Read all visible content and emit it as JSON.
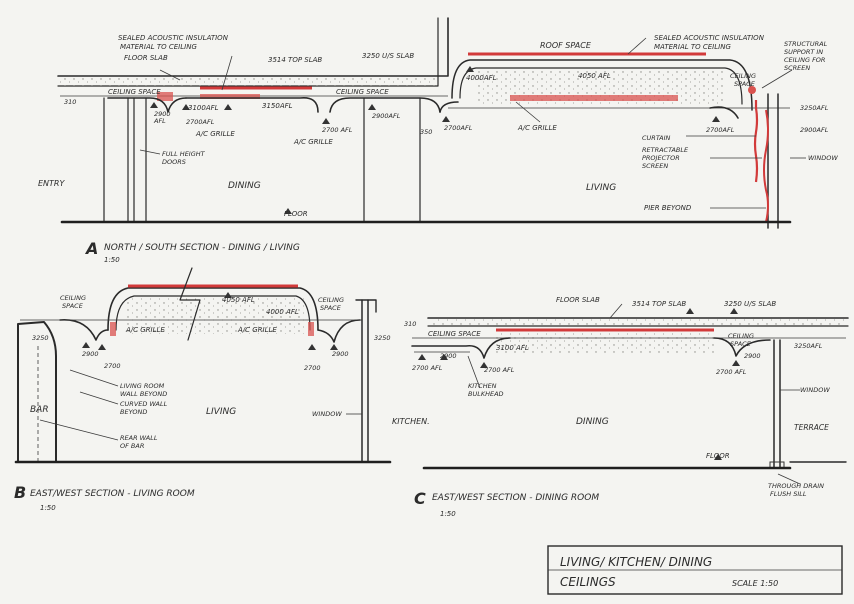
{
  "sheet": {
    "title_line1": "LIVING/ KITCHEN/ DINING",
    "title_line2": "CEILINGS",
    "scale": "SCALE 1:50"
  },
  "section_a": {
    "letter": "A",
    "title": "NORTH / SOUTH SECTION - DINING / LIVING",
    "scale": "1:50",
    "labels": {
      "sealed_acoustic_left": "SEALED ACOUSTIC INSULATION",
      "sealed_acoustic_left_2": "MATERIAL TO CEILING",
      "floor_slab": "FLOOR SLAB",
      "top_slab": "3514 TOP SLAB",
      "us_slab": "3250 U/S SLAB",
      "roof_space": "ROOF SPACE",
      "sealed_acoustic_right": "SEALED ACOUSTIC INSULATION",
      "sealed_acoustic_right_2": "MATERIAL TO CEILING",
      "structural_support": "STRUCTURAL",
      "structural_support_2": "SUPPORT IN",
      "structural_support_3": "CEILING FOR",
      "structural_support_4": "SCREEN",
      "ceiling_space_1": "CEILING SPACE",
      "ceiling_space_2": "CEILING SPACE",
      "ceiling_space_3": "CEILING",
      "ceiling_space_3b": "SPACE",
      "lvl_310": "310",
      "lvl_2900_1": "2900",
      "lvl_2900_1b": "AFL",
      "lvl_3100": "3100AFL",
      "lvl_3150": "3150AFL",
      "lvl_2700_1": "2700AFL",
      "lvl_2700_2": "2700 AFL",
      "lvl_2900_2": "2900AFL",
      "lvl_350": "350",
      "lvl_2700_3": "2700AFL",
      "lvl_4000": "4000AFL",
      "lvl_4050": "4050 AFL",
      "lvl_2700_4": "2700AFL",
      "lvl_3250": "3250AFL",
      "lvl_2900_3": "2900AFL",
      "ac_grille_1": "A/C GRILLE",
      "ac_grille_2": "A/C GRILLE",
      "ac_grille_3": "A/C GRILLE",
      "full_height_doors": "FULL HEIGHT",
      "full_height_doors_2": "DOORS",
      "curtain": "CURTAIN",
      "retractable": "RETRACTABLE",
      "retractable_2": "PROJECTOR",
      "retractable_3": "SCREEN",
      "window": "WINDOW",
      "entry": "ENTRY",
      "dining": "DINING",
      "living": "LIVING",
      "floor": "FLOOR",
      "pier_beyond": "PIER BEYOND"
    }
  },
  "section_b": {
    "letter": "B",
    "title": "EAST/WEST SECTION - LIVING ROOM",
    "scale": "1:50",
    "labels": {
      "ceiling_space_l": "CEILING",
      "ceiling_space_l2": "SPACE",
      "ceiling_space_r": "CEILING",
      "ceiling_space_r2": "SPACE",
      "lvl_4050": "4050 AFL",
      "lvl_4000": "4000 AFL",
      "lvl_3250_l": "3250",
      "lvl_3250_r": "3250",
      "lvl_2900_l": "2900",
      "lvl_2900_r": "2900",
      "lvl_2700_l": "2700",
      "lvl_2700_r": "2700",
      "ac_grille_l": "A/C GRILLE",
      "ac_grille_r": "A/C GRILLE",
      "living_room_wall": "LIVING ROOM",
      "living_room_wall_2": "WALL BEYOND",
      "curved_wall": "CURVED WALL",
      "curved_wall_2": "BEYOND",
      "rear_wall": "REAR WALL",
      "rear_wall_2": "OF BAR",
      "bar": "BAR",
      "living": "LIVING",
      "window": "WINDOW"
    }
  },
  "section_c": {
    "letter": "C",
    "title": "EAST/WEST SECTION - DINING ROOM",
    "scale": "1:50",
    "labels": {
      "floor_slab": "FLOOR SLAB",
      "top_slab": "3514 TOP SLAB",
      "us_slab": "3250 U/S SLAB",
      "lvl_310": "310",
      "ceiling_space_l": "CEILING SPACE",
      "ceiling_space_r": "CEILING",
      "ceiling_space_r2": "SPACE",
      "lvl_2900_l": "2900",
      "lvl_3100": "3100 AFL",
      "lvl_2700_l": "2700 AFL",
      "lvl_2700_m": "2700 AFL",
      "lvl_2900_r": "2900",
      "lvl_2700_r": "2700 AFL",
      "lvl_3250": "3250AFL",
      "kitchen_bulkhead": "KITCHEN",
      "kitchen_bulkhead_2": "BULKHEAD",
      "kitchen": "KITCHEN.",
      "dining": "DINING",
      "window": "WINDOW",
      "terrace": "TERRACE",
      "floor": "FLOOR",
      "through_drain": "THROUGH DRAIN",
      "through_drain_2": "FLUSH SILL"
    }
  }
}
